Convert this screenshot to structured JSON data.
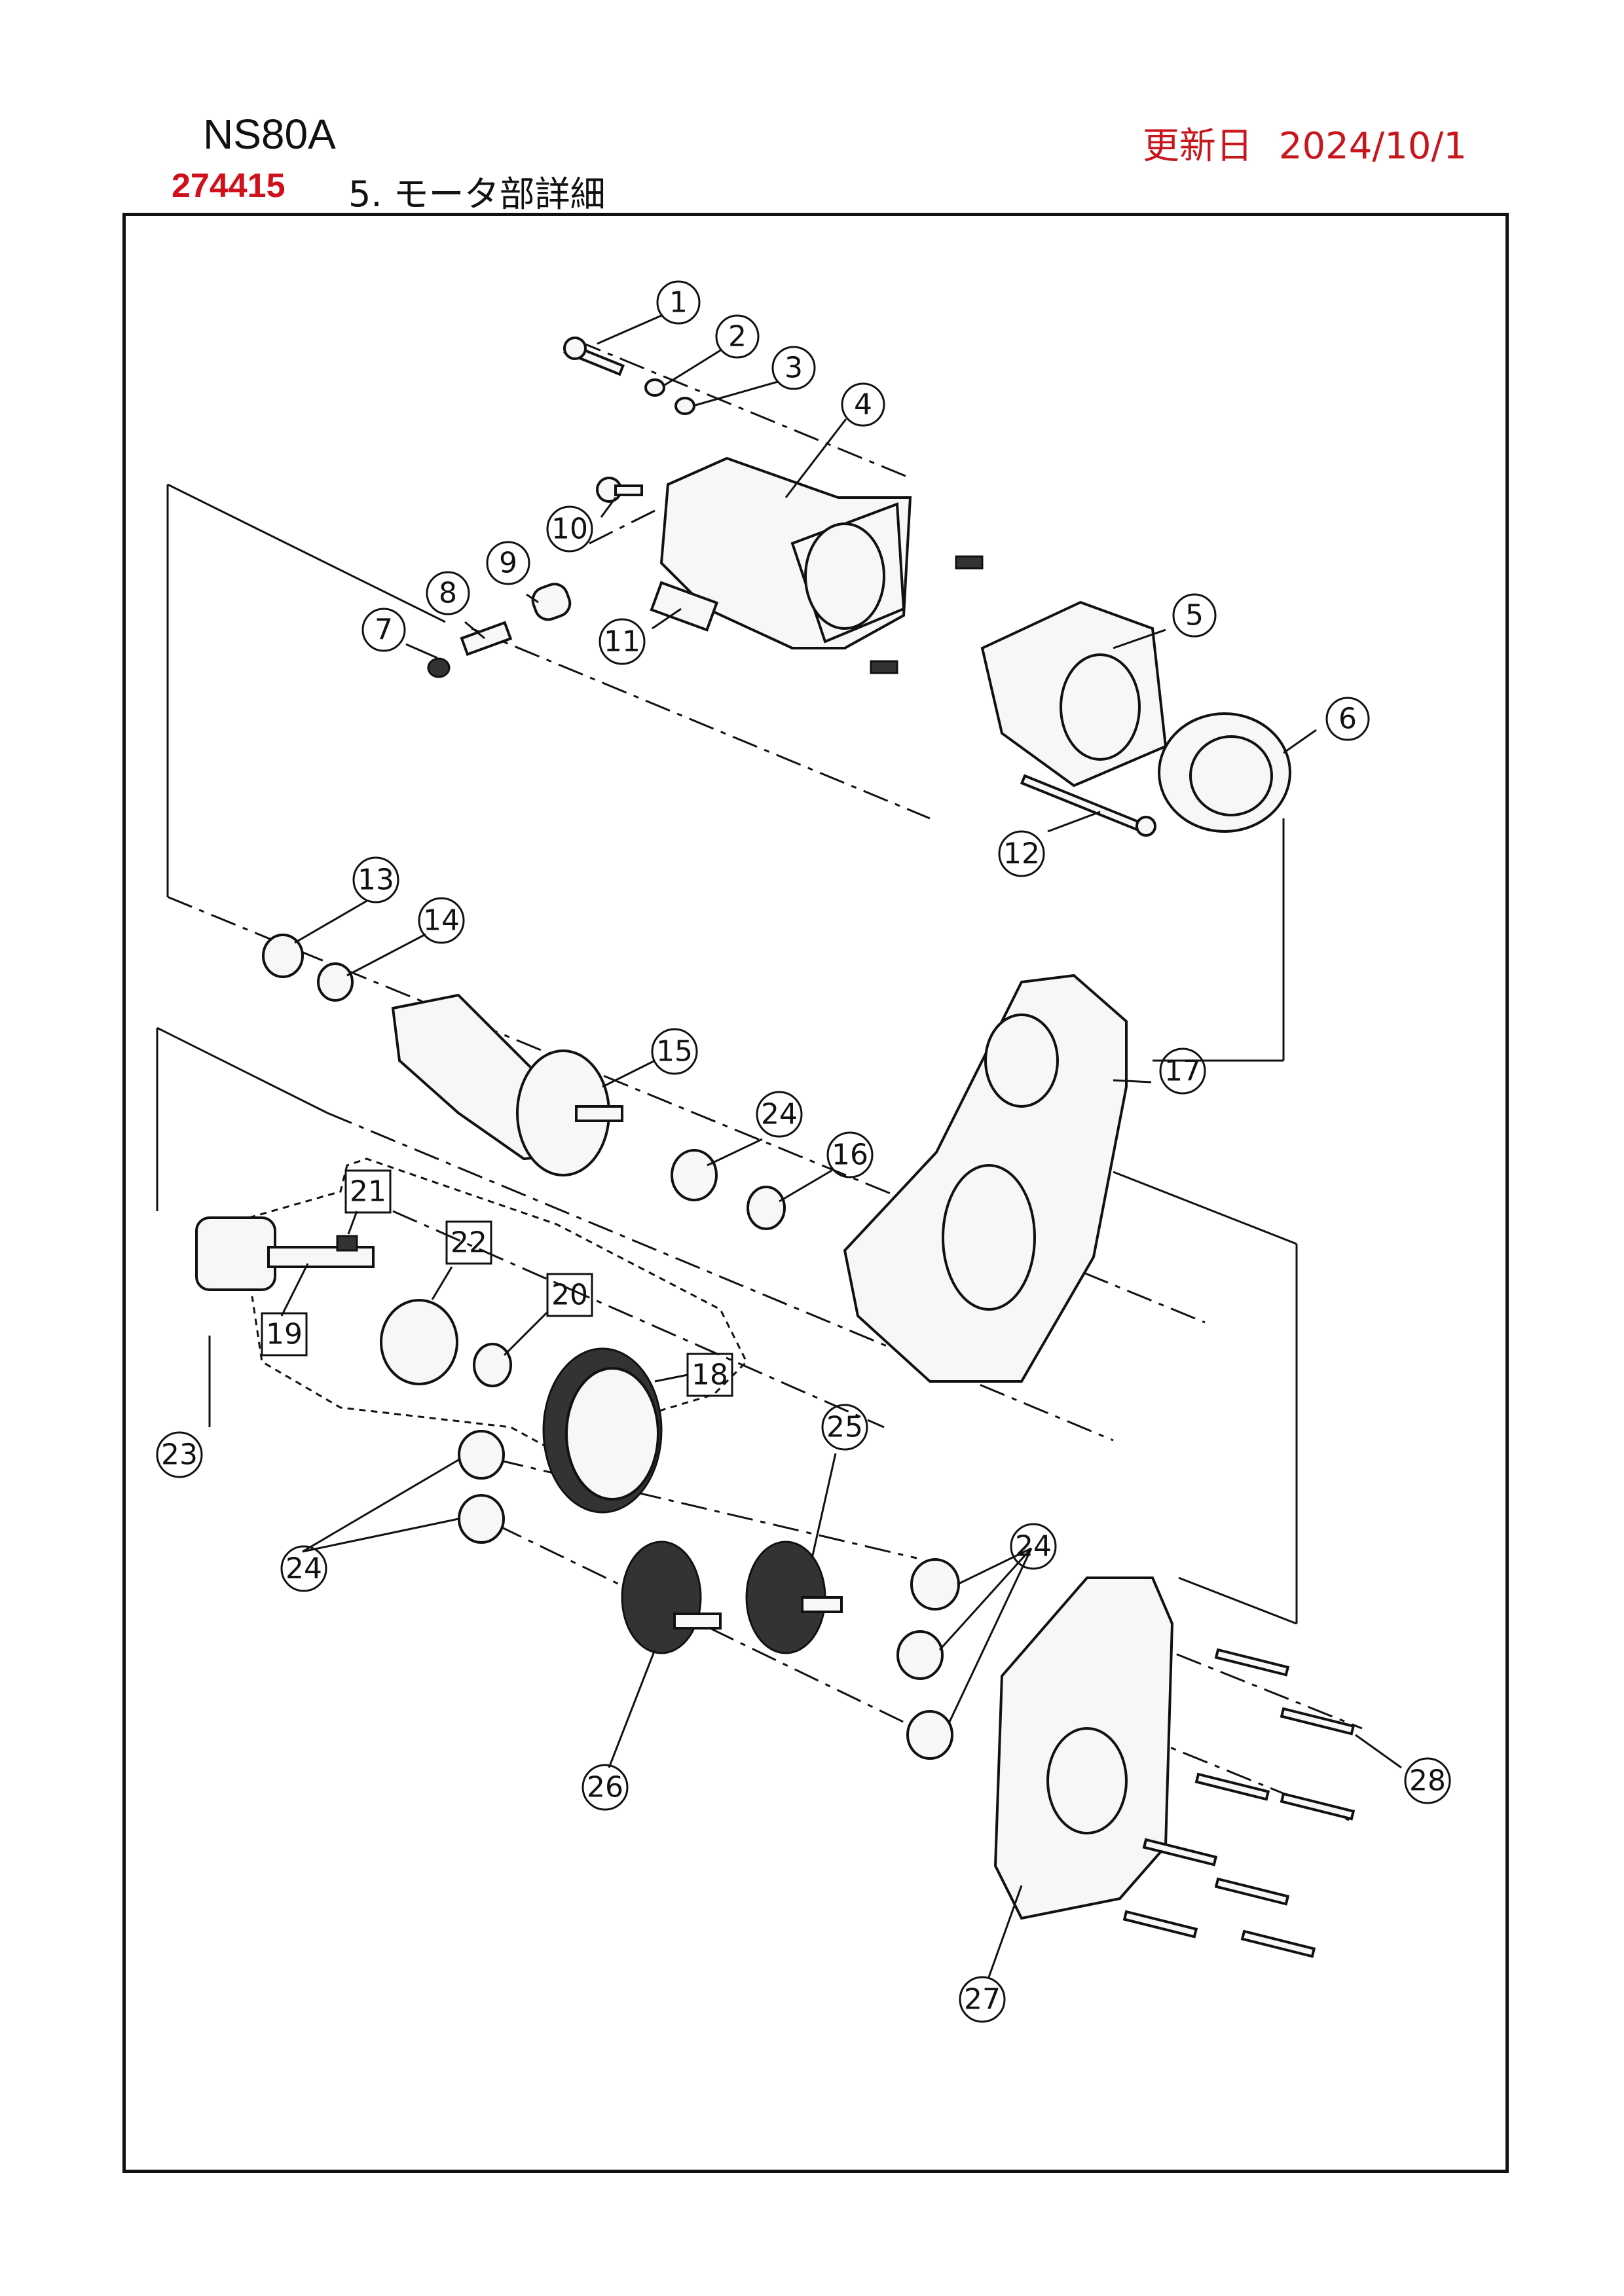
{
  "header": {
    "model": "NS80A",
    "updated_label": "更新日",
    "updated_date": "2024/10/1",
    "code": "274415",
    "section_title": "5. モータ部詳細"
  },
  "callouts": [
    {
      "id": "1",
      "num": "1",
      "shape": "circle"
    },
    {
      "id": "2",
      "num": "2",
      "shape": "circle"
    },
    {
      "id": "3",
      "num": "3",
      "shape": "circle"
    },
    {
      "id": "4",
      "num": "4",
      "shape": "circle"
    },
    {
      "id": "5",
      "num": "5",
      "shape": "circle"
    },
    {
      "id": "6",
      "num": "6",
      "shape": "circle"
    },
    {
      "id": "7",
      "num": "7",
      "shape": "circle"
    },
    {
      "id": "8",
      "num": "8",
      "shape": "circle"
    },
    {
      "id": "9",
      "num": "9",
      "shape": "circle"
    },
    {
      "id": "10",
      "num": "10",
      "shape": "circle"
    },
    {
      "id": "11",
      "num": "11",
      "shape": "circle"
    },
    {
      "id": "12",
      "num": "12",
      "shape": "circle"
    },
    {
      "id": "13",
      "num": "13",
      "shape": "circle"
    },
    {
      "id": "14",
      "num": "14",
      "shape": "circle"
    },
    {
      "id": "15",
      "num": "15",
      "shape": "circle"
    },
    {
      "id": "16",
      "num": "16",
      "shape": "circle"
    },
    {
      "id": "17",
      "num": "17",
      "shape": "circle"
    },
    {
      "id": "18",
      "num": "18",
      "shape": "square"
    },
    {
      "id": "19",
      "num": "19",
      "shape": "square"
    },
    {
      "id": "20",
      "num": "20",
      "shape": "square"
    },
    {
      "id": "21",
      "num": "21",
      "shape": "square"
    },
    {
      "id": "22",
      "num": "22",
      "shape": "square"
    },
    {
      "id": "23",
      "num": "23",
      "shape": "circle"
    },
    {
      "id": "24a",
      "num": "24",
      "shape": "circle"
    },
    {
      "id": "24b",
      "num": "24",
      "shape": "circle"
    },
    {
      "id": "24c",
      "num": "24",
      "shape": "circle"
    },
    {
      "id": "25",
      "num": "25",
      "shape": "circle"
    },
    {
      "id": "26",
      "num": "26",
      "shape": "circle"
    },
    {
      "id": "27",
      "num": "27",
      "shape": "circle"
    },
    {
      "id": "28",
      "num": "28",
      "shape": "circle"
    }
  ]
}
